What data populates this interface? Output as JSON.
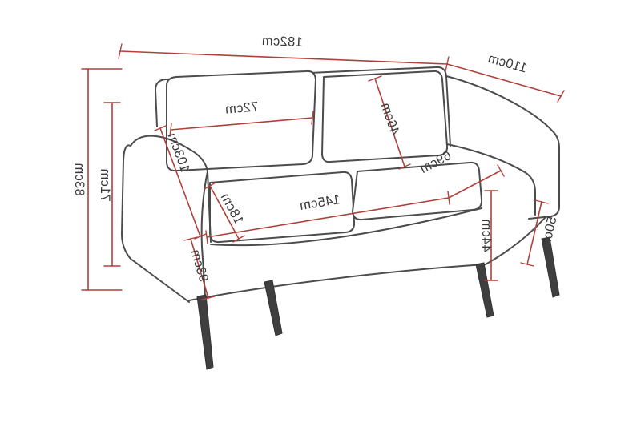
{
  "diagram": {
    "subject": "sofa-dimension-drawing",
    "units": "cm",
    "colors": {
      "dimension_line": "#b0403a",
      "outline": "#4c4c4c",
      "legs": "#3f3f3f",
      "background": "#ffffff",
      "label_text": "#3a3a3a"
    },
    "note": "all labels rendered mirrored (flipped horizontally) as in source image"
  },
  "dimensions": {
    "total_width": {
      "label": "182cm"
    },
    "total_depth": {
      "label": "110cm"
    },
    "total_height": {
      "label": "83cm"
    },
    "back_inner_height": {
      "label": "71cm"
    },
    "back_cushion_width": {
      "label": "72cm"
    },
    "back_cushion_height": {
      "label": "46cm"
    },
    "arm_length": {
      "label": "103cm"
    },
    "seat_width": {
      "label": "145cm"
    },
    "seat_depth": {
      "label": "69cm"
    },
    "arm_width": {
      "label": "18cm"
    },
    "arm_front_height": {
      "label": "93cm"
    },
    "seat_height": {
      "label": "44cm"
    },
    "leg_height": {
      "label": "50cm"
    }
  }
}
